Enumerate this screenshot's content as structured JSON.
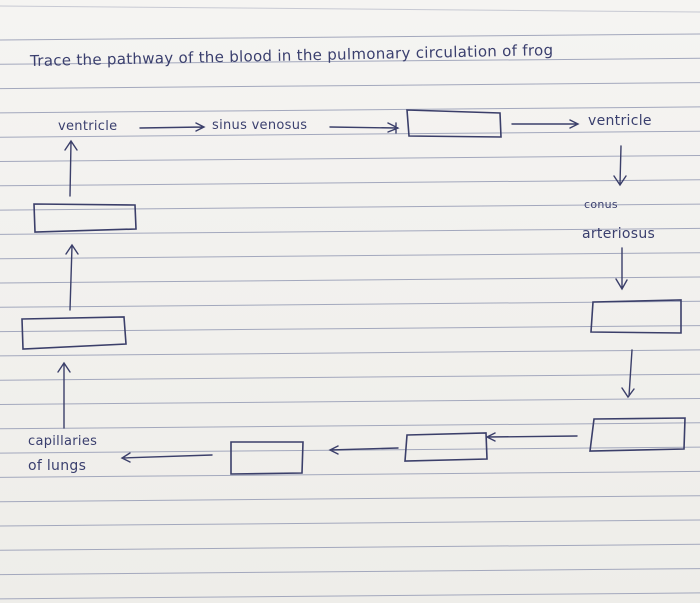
{
  "page": {
    "title": "Trace the pathway of the blood in the pulmonary circulation of frog",
    "labels": {
      "ventricle_left": "ventricle",
      "sinus_venosus": "sinus venosus",
      "ventricle_right": "ventricle",
      "conus": "conus",
      "arteriosus": "arteriosus",
      "capillaries": "capillaries",
      "of_lungs": "of lungs"
    },
    "blank_boxes": [
      {
        "name": "box-after-sinus-venosus",
        "value": ""
      },
      {
        "name": "box-left-upper",
        "value": ""
      },
      {
        "name": "box-left-lower",
        "value": ""
      },
      {
        "name": "box-right-upper",
        "value": ""
      },
      {
        "name": "box-right-lower",
        "value": ""
      },
      {
        "name": "box-bottom-right",
        "value": ""
      },
      {
        "name": "box-bottom-middle",
        "value": ""
      }
    ]
  },
  "colors": {
    "paper": "#f1f0ee",
    "rule_line": "#9aa0b8",
    "ink": "#3a3f6e"
  }
}
